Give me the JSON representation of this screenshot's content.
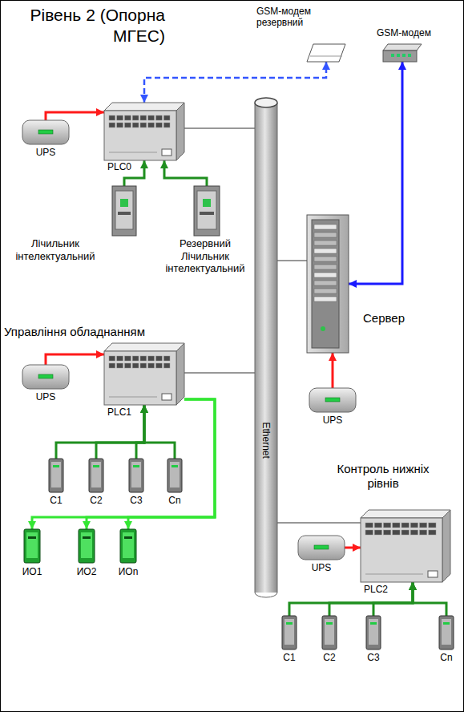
{
  "diagram": {
    "title": "Рівень 2 (Опорна МГЕС)",
    "nodes": [
      {
        "text": [
          "GSM-модем резервний"
        ]
      },
      {
        "text": [
          "GSM-модем"
        ]
      },
      {
        "text": [
          "UPS"
        ]
      },
      {
        "text": [
          "PLC0"
        ]
      },
      {
        "text": [
          "Лічильник інтелектуальний"
        ]
      },
      {
        "text": [
          "Резервний Лічильник інтелектуальний"
        ]
      },
      {
        "text": [
          "Ethernet"
        ]
      },
      {
        "text": [
          "Сервер"
        ]
      },
      {
        "text": [
          "UPS"
        ]
      },
      {
        "text": [
          "PLC1"
        ]
      },
      {
        "text": [
          "UPS"
        ]
      },
      {
        "text": [
          "C1"
        ]
      },
      {
        "text": [
          "C2"
        ]
      },
      {
        "text": [
          "C3"
        ]
      },
      {
        "text": [
          "Cn"
        ]
      },
      {
        "text": [
          "ИО1"
        ]
      },
      {
        "text": [
          "ИО2"
        ]
      },
      {
        "text": [
          "ИОn"
        ]
      },
      {
        "text": [
          "UPS"
        ]
      },
      {
        "text": [
          "PLC2"
        ]
      },
      {
        "text": [
          "C1"
        ]
      },
      {
        "text": [
          "C2"
        ]
      },
      {
        "text": [
          "C3"
        ]
      },
      {
        "text": [
          "Cn"
        ]
      }
    ],
    "edges": [
      {
        "from": 3,
        "to": 0,
        "arrow": "both"
      },
      {
        "from": 1,
        "to": 7,
        "arrow": "both"
      },
      {
        "from": 2,
        "to": 3,
        "arrow": "to"
      },
      {
        "from": 4,
        "to": 3,
        "arrow": "to"
      },
      {
        "from": 5,
        "to": 3,
        "arrow": "to"
      },
      {
        "from": 3,
        "to": 6,
        "arrow": "none"
      },
      {
        "from": 7,
        "to": 6,
        "arrow": "none"
      },
      {
        "from": 8,
        "to": 9,
        "arrow": "to"
      },
      {
        "from": 9,
        "to": 6,
        "arrow": "none"
      },
      {
        "from": 10,
        "to": 7,
        "arrow": "to"
      },
      {
        "from": 11,
        "to": 9,
        "arrow": "to"
      },
      {
        "from": 12,
        "to": 9,
        "arrow": "to"
      },
      {
        "from": 13,
        "to": 9,
        "arrow": "to"
      },
      {
        "from": 14,
        "to": 9,
        "arrow": "to"
      },
      {
        "from": 9,
        "to": 15,
        "arrow": "to"
      },
      {
        "from": 9,
        "to": 16,
        "arrow": "to"
      },
      {
        "from": 9,
        "to": 17,
        "arrow": "to"
      },
      {
        "from": 19,
        "to": 6,
        "arrow": "none"
      },
      {
        "from": 18,
        "to": 19,
        "arrow": "to"
      },
      {
        "from": 20,
        "to": 19,
        "arrow": "to"
      },
      {
        "from": 21,
        "to": 19,
        "arrow": "to"
      },
      {
        "from": 22,
        "to": 19,
        "arrow": "to"
      },
      {
        "from": 23,
        "to": 19,
        "arrow": "to"
      }
    ],
    "labels": [
      "Управління обладнанням",
      "Контроль нижніх рівнів"
    ]
  }
}
